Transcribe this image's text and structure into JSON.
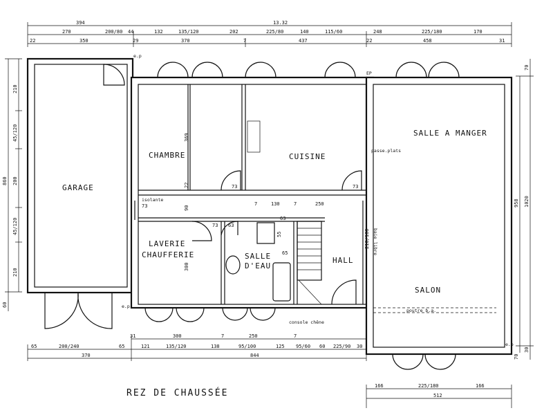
{
  "plan": {
    "title": "REZ DE CHAUSSÉE",
    "rooms": {
      "garage": "GARAGE",
      "chambre": "CHAMBRE",
      "cuisine": "CUISINE",
      "salle_a_manger": "SALLE A MANGER",
      "laverie_1": "LAVERIE",
      "laverie_2": "CHAUFFERIE",
      "salle_deau_1": "SALLE",
      "salle_deau_2": "D'EAU",
      "hall": "HALL",
      "salon": "SALON"
    },
    "labels": {
      "passe_plats": "passe.plats",
      "baie_libre": "baie libre",
      "isolante": "isolante",
      "poutre": "poutre b.a.",
      "console": "console chêne",
      "ep_1": "e.p",
      "ep_2": "EP",
      "ep_3": "e.p",
      "ep_4": "e.p"
    },
    "top_dims": {
      "row1": [
        "394",
        "13.32"
      ],
      "row2": [
        "270",
        "200/80",
        "44",
        "132",
        "135/120",
        "202",
        "225/80",
        "140",
        "115/60",
        "248",
        "225/180",
        "170"
      ],
      "row3": [
        "22",
        "350",
        "29",
        "370",
        "7",
        "437",
        "22",
        "458",
        "31"
      ]
    },
    "bottom_dims": {
      "row1": [
        "31",
        "300",
        "7",
        "250",
        "7"
      ],
      "row2": [
        "65",
        "200/240",
        "65",
        "121",
        "135/120",
        "138",
        "95/100",
        "125",
        "95/60",
        "60",
        "225/90",
        "30"
      ],
      "row3": [
        "370",
        "844"
      ],
      "row4": [
        "166",
        "225/180",
        "166"
      ],
      "row5": [
        "512"
      ]
    },
    "left_dims": [
      "210",
      "45/120",
      "200",
      "45/120",
      "210",
      "860",
      "60"
    ],
    "right_dims": [
      "70",
      "958",
      "1020",
      "70",
      "30"
    ],
    "inner_dims": [
      "369",
      "22",
      "90",
      "300",
      "73",
      "73",
      "73",
      "73",
      "63",
      "63",
      "55",
      "65",
      "130",
      "250",
      "7",
      "7",
      "210/100"
    ]
  }
}
